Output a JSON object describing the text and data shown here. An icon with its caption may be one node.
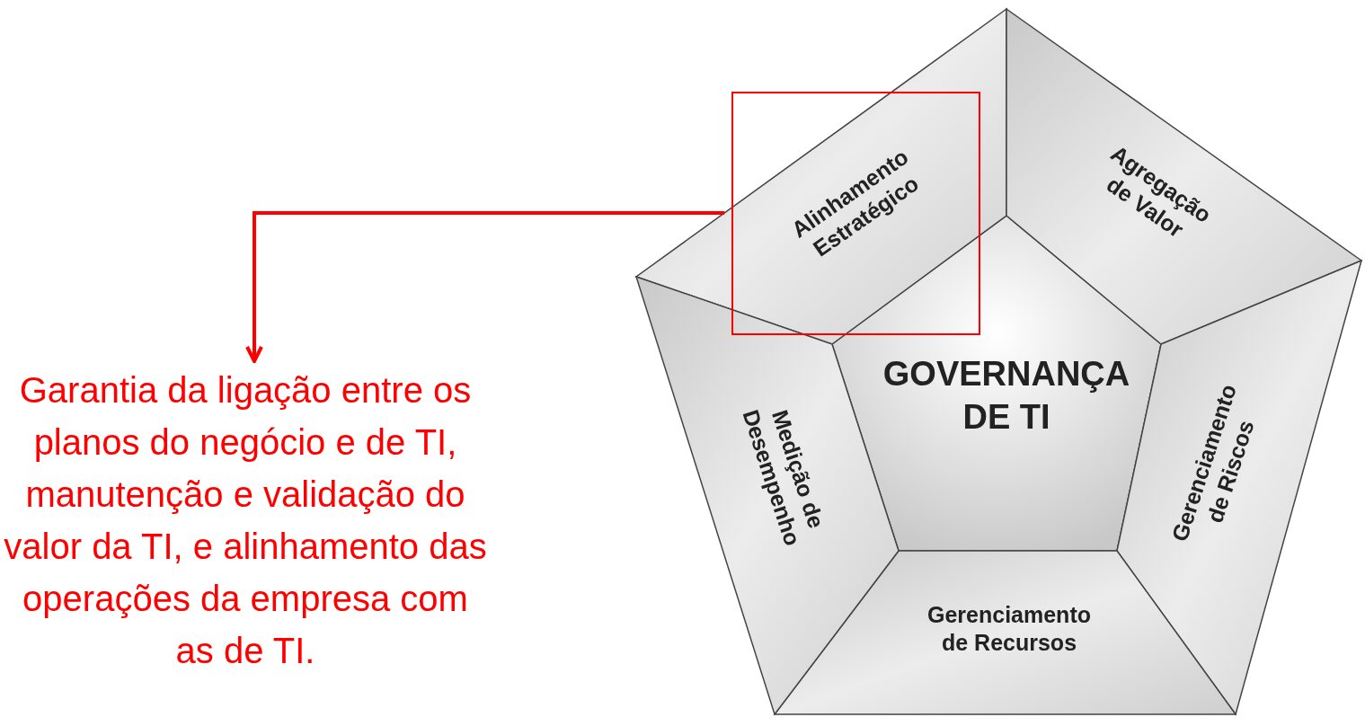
{
  "diagram": {
    "nodes": [
      {
        "text": [
          "GOVERNANÇA DE TI"
        ]
      },
      {
        "text": [
          "Alinhamento Estratégico"
        ]
      },
      {
        "text": [
          "Agregação de Valor"
        ]
      },
      {
        "text": [
          "Gerenciamento de Riscos"
        ]
      },
      {
        "text": [
          "Gerenciamento de Recursos"
        ]
      },
      {
        "text": [
          "Medição de Desempenho"
        ]
      },
      {
        "text": [
          "Garantia da ligação entre os planos do negócio e de TI, manutenção e validação do valor da TI, e alinhamento das operações da empresa com as de TI."
        ]
      }
    ],
    "edges": [
      {
        "from": 1,
        "to": 6,
        "arrow": "to"
      }
    ]
  }
}
